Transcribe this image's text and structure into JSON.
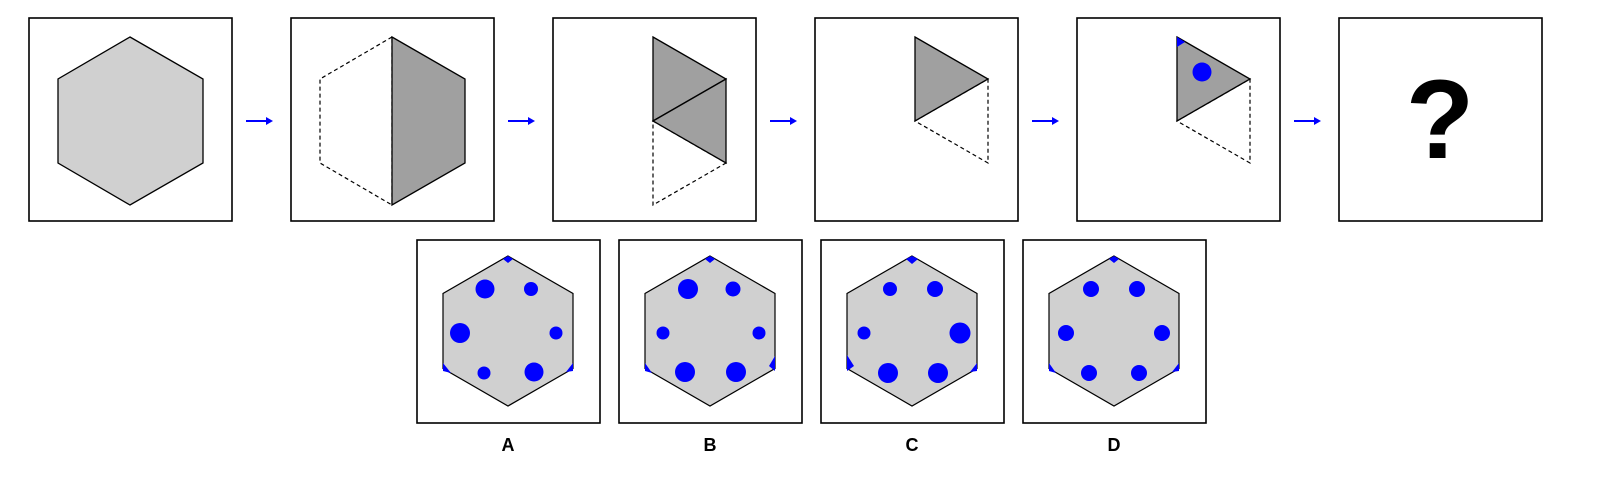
{
  "colors": {
    "light_fill": "#d0d0d0",
    "dark_fill": "#a0a0a0",
    "outline": "#000000",
    "dot": "#0000ff",
    "arrow": "#0000ff"
  },
  "sequence": {
    "question_mark": "?"
  },
  "options": [
    {
      "label": "A"
    },
    {
      "label": "B"
    },
    {
      "label": "C"
    },
    {
      "label": "D"
    }
  ]
}
